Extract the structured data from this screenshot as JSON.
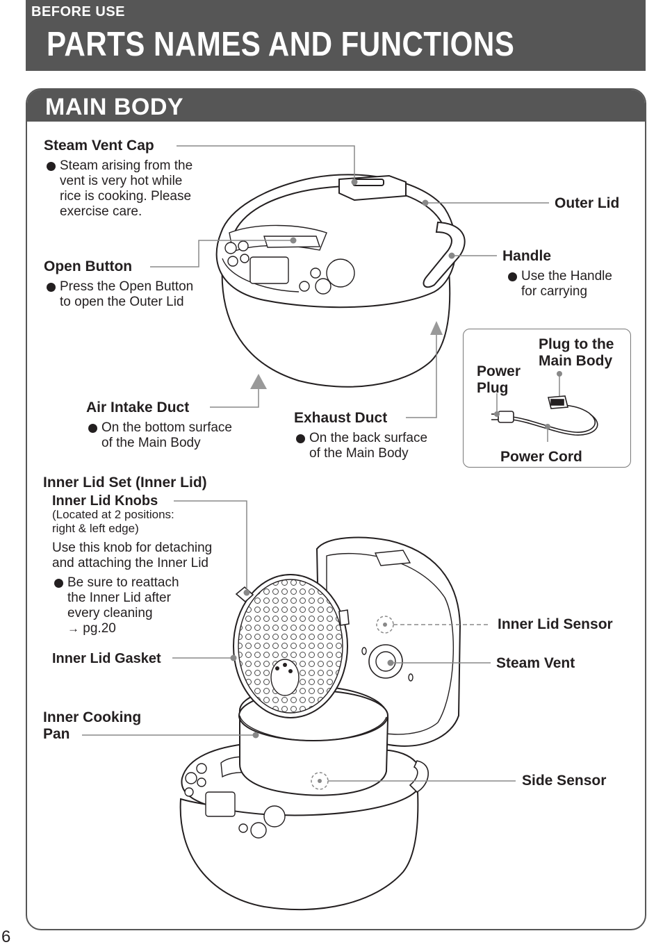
{
  "header": {
    "section_tag": "BEFORE USE",
    "title": "PARTS NAMES AND FUNCTIONS"
  },
  "panel": {
    "title": "MAIN BODY"
  },
  "parts": {
    "steam_vent_cap": {
      "label": "Steam Vent Cap",
      "lines": [
        "Steam arising from the",
        "vent is very hot while",
        "rice is cooking. Please",
        "exercise care."
      ]
    },
    "outer_lid": {
      "label": "Outer Lid"
    },
    "open_button": {
      "label": "Open Button",
      "lines": [
        "Press the Open Button",
        "to open the Outer Lid"
      ]
    },
    "handle": {
      "label": "Handle",
      "lines": [
        "Use the Handle",
        "for carrying"
      ]
    },
    "air_intake_duct": {
      "label": "Air Intake Duct",
      "lines": [
        "On the bottom surface",
        "of the Main Body"
      ]
    },
    "exhaust_duct": {
      "label": "Exhaust Duct",
      "lines": [
        "On the back surface",
        "of the Main Body"
      ]
    },
    "inner_lid_set": {
      "label": "Inner Lid Set (Inner Lid)"
    },
    "inner_lid_knobs": {
      "label": "Inner Lid Knobs",
      "note_lines": [
        "(Located at 2 positions:",
        "right & left edge)"
      ],
      "usage_lines": [
        "Use this knob for detaching",
        "and attaching the Inner Lid"
      ],
      "bullet_lines": [
        "Be sure to reattach",
        "the  Inner  Lid  after",
        "every cleaning"
      ],
      "ref_arrow": "→",
      "ref_text": "pg.20"
    },
    "inner_lid_gasket": {
      "label": "Inner Lid Gasket"
    },
    "inner_cooking_pan": {
      "label_line1": "Inner Cooking",
      "label_line2": "Pan"
    },
    "inner_lid_sensor": {
      "label": "Inner Lid Sensor"
    },
    "steam_vent": {
      "label": "Steam Vent"
    },
    "side_sensor": {
      "label": "Side Sensor"
    }
  },
  "cord": {
    "plug_to_main_body_line1": "Plug to the",
    "plug_to_main_body_line2": "Main Body",
    "power_plug_line1": "Power",
    "power_plug_line2": "Plug",
    "power_cord": "Power Cord"
  },
  "page_number": "6"
}
